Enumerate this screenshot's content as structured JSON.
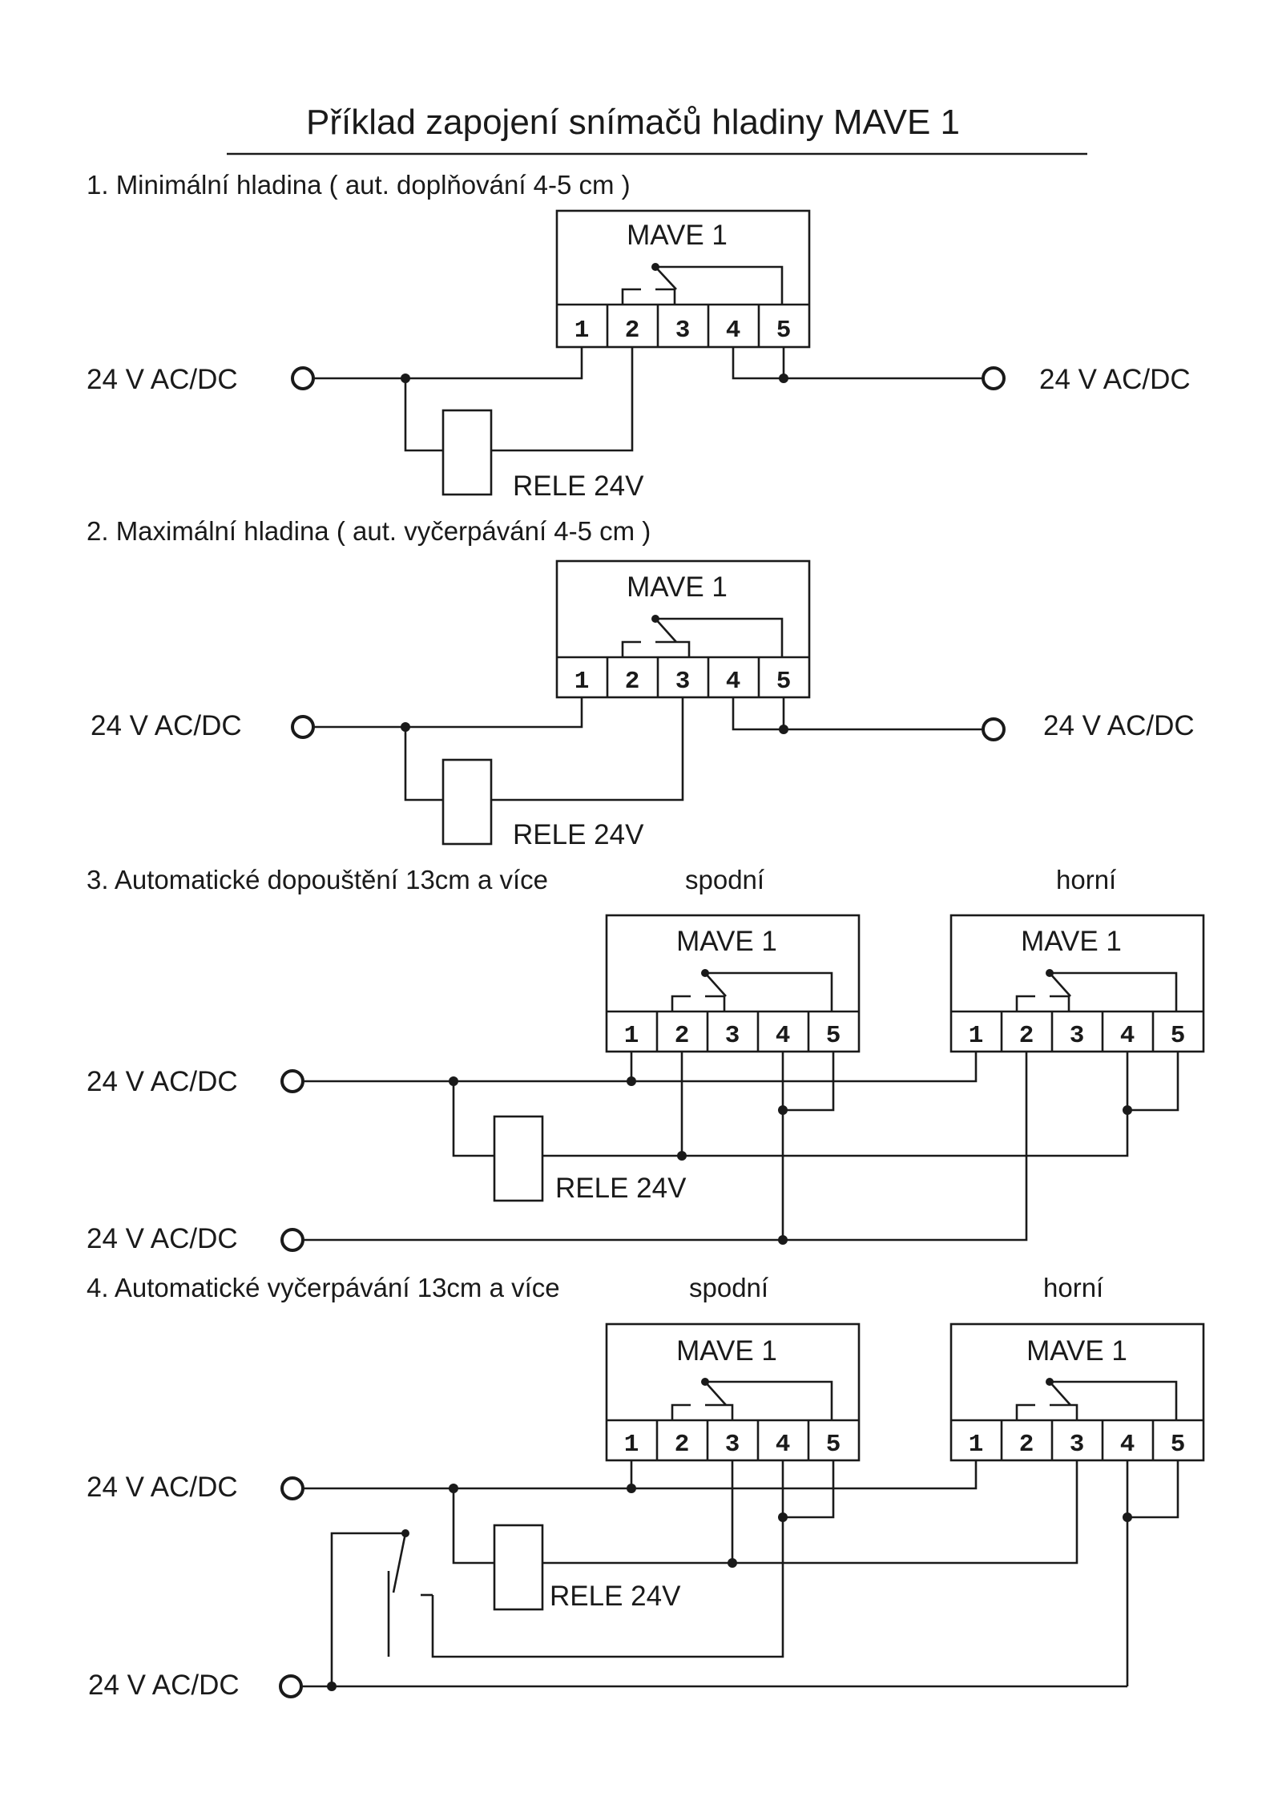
{
  "title": "Příklad zapojení snímačů hladiny MAVE 1",
  "device_label": "MAVE 1",
  "terminals": [
    "1",
    "2",
    "3",
    "4",
    "5"
  ],
  "supply_label": "24 V AC/DC",
  "relay_label": "RELE  24V",
  "lower_label": "spodní",
  "upper_label": "horní",
  "sections": [
    {
      "heading": "1. Minimální hladina  ( aut. doplňování  4-5 cm )"
    },
    {
      "heading": "2. Maximální hladina  ( aut. vyčerpávání 4-5 cm )"
    },
    {
      "heading": "3. Automatické dopouštění 13cm a více"
    },
    {
      "heading": "4. Automatické vyčerpávání 13cm a více"
    }
  ]
}
